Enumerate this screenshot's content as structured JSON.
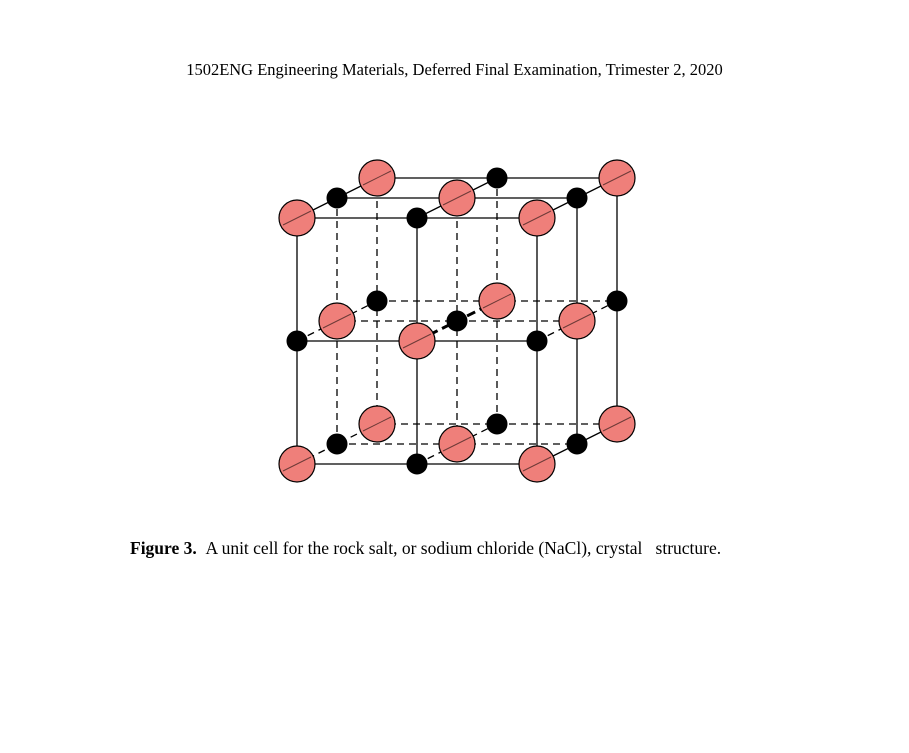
{
  "header": {
    "text": "1502ENG Engineering Materials, Deferred Final Examination, Trimester 2, 2020"
  },
  "caption": {
    "label": "Figure 3.",
    "text": "A unit cell for the rock salt, or sodium chloride (NaCl), crystal   structure."
  },
  "colors": {
    "large_ion": "#ef7f7a",
    "small_ion": "#000000",
    "line": "#000000"
  }
}
